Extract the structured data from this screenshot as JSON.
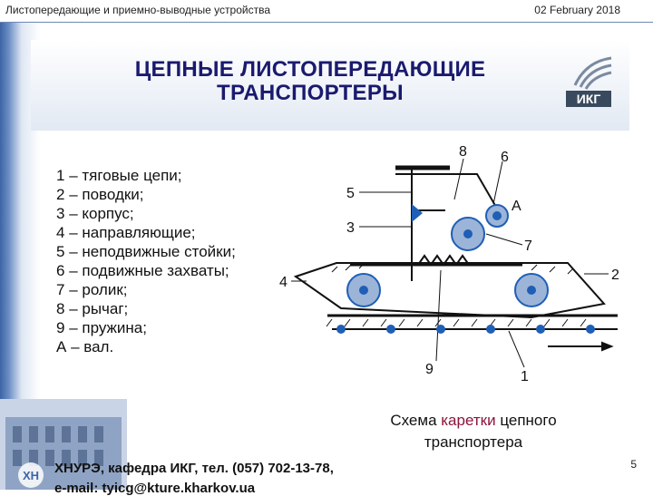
{
  "header": {
    "left_text": "Листопередающие и приемно-выводные устройства",
    "date": "02 February 2018"
  },
  "title": {
    "line1": "ЦЕПНЫЕ ЛИСТОПЕРЕДАЮЩИЕ",
    "line2": "ТРАНСПОРТЕРЫ"
  },
  "logo": {
    "label": "ИКГ",
    "icon": "ikg-logo-icon"
  },
  "legend": [
    {
      "key": "1",
      "text": " – тяговые цепи;"
    },
    {
      "key": "2",
      "text": " – поводки;"
    },
    {
      "key": "3",
      "text": " – корпус;"
    },
    {
      "key": "4",
      "text": " – направляющие;"
    },
    {
      "key": "5",
      "text": " – неподвижные стойки;"
    },
    {
      "key": "6",
      "text": " – подвижные захваты;"
    },
    {
      "key": "7",
      "text": " – ролик;"
    },
    {
      "key": "8",
      "text": " – рычаг;"
    },
    {
      "key": "9",
      "text": " – пружина;"
    },
    {
      "key": "А",
      "text": " – вал."
    }
  ],
  "diagram_labels": {
    "l1": "1",
    "l2": "2",
    "l3": "3",
    "l4": "4",
    "l5": "5",
    "l6": "6",
    "l7": "7",
    "l8": "8",
    "l9": "9",
    "lA": "А"
  },
  "caption": {
    "part1": "Схема ",
    "accent": "каретки",
    "part2": " цепного",
    "line2": "транспортера"
  },
  "footer": {
    "line1": "ХНУРЭ, кафедра ИКГ, тел. (057) 702-13-78,",
    "line2": "e-mail: tyicg@kture.kharkov.ua",
    "page": "5"
  },
  "colors": {
    "accent": "#8b1538",
    "title": "#1a1a6e",
    "diagram_blue": "#1f5fb5"
  }
}
